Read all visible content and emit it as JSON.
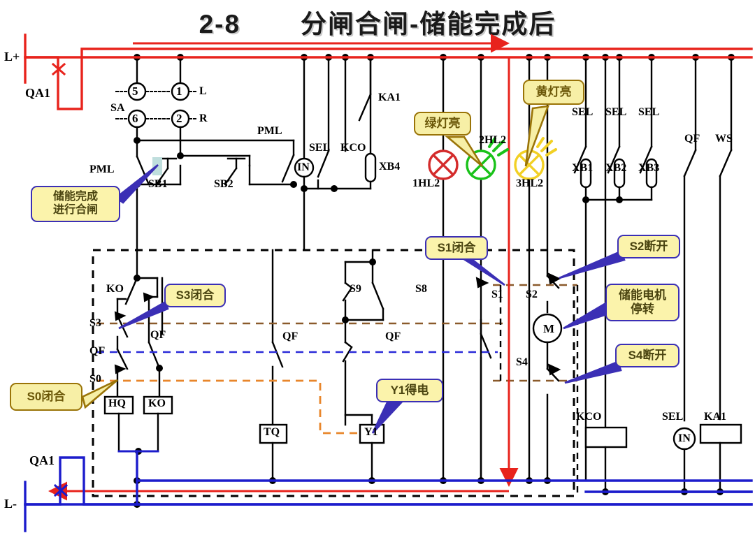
{
  "title": "2-8       分闸合闸-储能完成后",
  "rails": {
    "positive_label": "L+",
    "negative_label": "L-",
    "breaker_top_label": "QA1",
    "breaker_bottom_label": "QA1",
    "positive_color": "#e8231c",
    "negative_color": "#1c1ccc",
    "active_path_color": "#e8231c"
  },
  "selector_switch": {
    "name": "SA",
    "contacts": [
      {
        "number": "5",
        "side": ""
      },
      {
        "number": "1",
        "side": "L"
      },
      {
        "number": "6",
        "side": ""
      },
      {
        "number": "2",
        "side": "R"
      }
    ]
  },
  "components": {
    "pml_left": "PML",
    "pml_right": "PML",
    "sb1": "SB1",
    "sb2": "SB2",
    "sel_in": "SEL",
    "kco": "KCO",
    "in_meter": "IN",
    "xb4": "XB4",
    "ka1_top": "KA1",
    "sel_xb1": "SEL",
    "sel_xb2": "SEL",
    "sel_xb3": "SEL",
    "xb1": "XB1",
    "xb2": "XB2",
    "xb3": "XB3",
    "qf_right": "QF",
    "ws": "WS",
    "ko_top": "KO",
    "s3": "S3",
    "qf_left": "QF",
    "s0": "S0",
    "qf_mid_upper": "QF",
    "hq": "HQ",
    "ko_coil": "KO",
    "qf_tq": "QF",
    "tq": "TQ",
    "s9": "S9",
    "s8": "S8",
    "qf_y1": "QF",
    "y1": "Y1",
    "s1": "S1",
    "s2": "S2",
    "motor": "M",
    "s4": "S4",
    "kco_coil": "KCO",
    "sel_bottom": "SEL",
    "in_bottom": "IN",
    "ka1_coil": "KA1"
  },
  "lamps": [
    {
      "id": "1HL2",
      "color": "#d42b2b",
      "lit": false
    },
    {
      "id": "2HL2",
      "color": "#19c219",
      "lit": true
    },
    {
      "id": "3HL2",
      "color": "#f2d024",
      "lit": true
    }
  ],
  "callouts": [
    {
      "id": "storage-done-close",
      "text": "储能完成\n进行合闸",
      "style": "blue"
    },
    {
      "id": "green-lamp-on",
      "text": "绿灯亮",
      "style": "gold"
    },
    {
      "id": "yellow-lamp-on",
      "text": "黄灯亮",
      "style": "gold"
    },
    {
      "id": "s3-closed",
      "text": "S3闭合",
      "style": "blue"
    },
    {
      "id": "s0-closed",
      "text": "S0闭合",
      "style": "gold"
    },
    {
      "id": "s1-closed",
      "text": "S1闭合",
      "style": "blue"
    },
    {
      "id": "s2-open",
      "text": "S2断开",
      "style": "blue"
    },
    {
      "id": "motor-stopped",
      "text": "储能电机\n停转",
      "style": "blue"
    },
    {
      "id": "s4-open",
      "text": "S4断开",
      "style": "blue"
    },
    {
      "id": "y1-energized",
      "text": "Y1得电",
      "style": "blue"
    }
  ]
}
